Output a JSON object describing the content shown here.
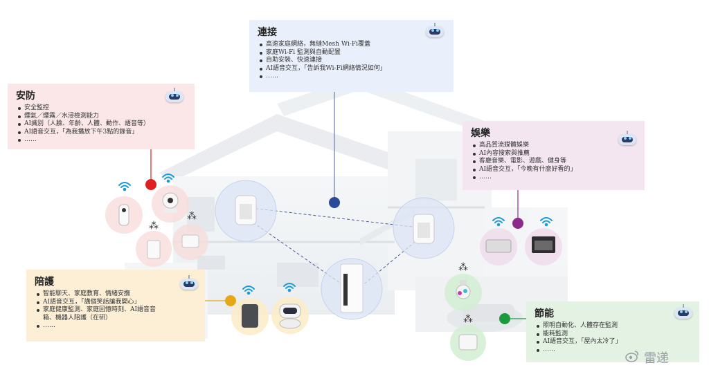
{
  "cards": {
    "lianjie": {
      "title": "連接",
      "items": [
        "高速家庭網絡，無縫Mesh Wi-Fi覆蓋",
        "家庭Wi-Fi 監測與自動配置",
        "自助安裝、快速連接",
        "AI語音交互，「告訴我Wi-Fi網絡情況如何」",
        "……"
      ],
      "bg": "#eaf0fb",
      "dot": "#2a4a9a"
    },
    "anfang": {
      "title": "安防",
      "items": [
        "安全監控",
        "煙氣／煙霧／水浸檢測能力",
        "AI識別（人臉、年齡、人體、動作、語音等）",
        "AI語音交互，「為我播放下午3點的錄音」",
        "……"
      ],
      "bg": "#fbe7e7",
      "dot": "#e02020"
    },
    "yule": {
      "title": "娛樂",
      "items": [
        "高品質流媒體娛樂",
        "AI內容搜索與推薦",
        "客廳音樂、電影、遊戲、健身等",
        "AI語音交互，「今晚有什麼好看的」",
        "……"
      ],
      "bg": "#f3e6f1",
      "dot": "#8a2a8a"
    },
    "peihu": {
      "title": "陪護",
      "items": [
        "智能聊天、家庭教育、情緒安撫",
        "AI語音交互，「講個笑話讓我開心」",
        "家庭健康監測、家庭回憶時刻、AI語音音箱、機器人陪護（在研）",
        "……"
      ],
      "bg": "#fcefd6",
      "dot": "#e6a817"
    },
    "jieneng": {
      "title": "節能",
      "items": [
        "照明自動化、人體存在監測",
        "能耗監測",
        "AI語音交互，「屋內太冷了」",
        "……"
      ],
      "bg": "#e3f2e3",
      "dot": "#1a9a3a"
    }
  },
  "watermark": "雷递"
}
